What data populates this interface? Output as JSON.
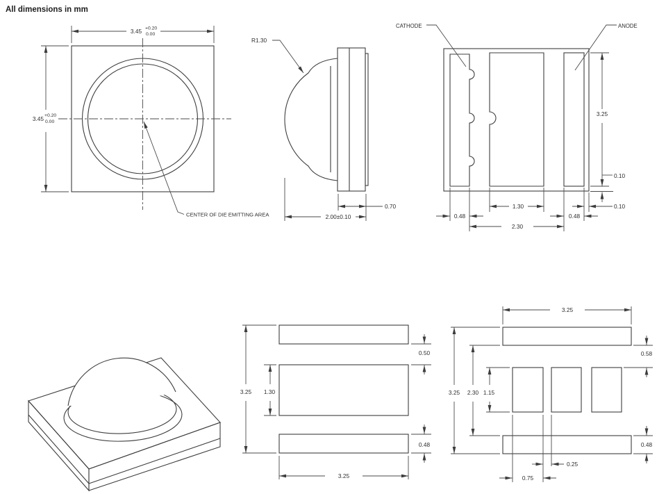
{
  "title": "All dimensions in mm",
  "front_view": {
    "width_dim": {
      "value": "3.45",
      "tol_upper": "+0.20",
      "tol_lower": "0.00"
    },
    "height_dim": {
      "value": "3.45",
      "tol_upper": "+0.20",
      "tol_lower": "0.00"
    },
    "center_label": "CENTER OF DIE EMITTING AREA"
  },
  "side_view": {
    "lens_radius": "R1.30",
    "body_depth": "0.70",
    "overall_depth": "2.00±0.10"
  },
  "back_view": {
    "cathode_label": "CATHODE",
    "anode_label": "ANODE",
    "pad_height": "3.25",
    "pad_bottom_inset": "0.10",
    "edge_strip_width": "0.10",
    "center_pad_width": "1.30",
    "cathode_pad_width": "0.48",
    "anode_pad_width": "0.48",
    "inner_span": "2.30"
  },
  "land_pattern": {
    "overall_height": "3.25",
    "center_pad_height": "1.30",
    "top_gap": "0.50",
    "bottom_pad_height": "0.48",
    "overall_width": "3.25"
  },
  "stencil_pattern": {
    "overall_width": "3.25",
    "overall_height": "3.25",
    "inner_span": "2.30",
    "aperture_height": "1.15",
    "top_gap": "0.58",
    "bottom_bar_height": "0.48",
    "aperture_gap": "0.25",
    "aperture_width": "0.75"
  }
}
